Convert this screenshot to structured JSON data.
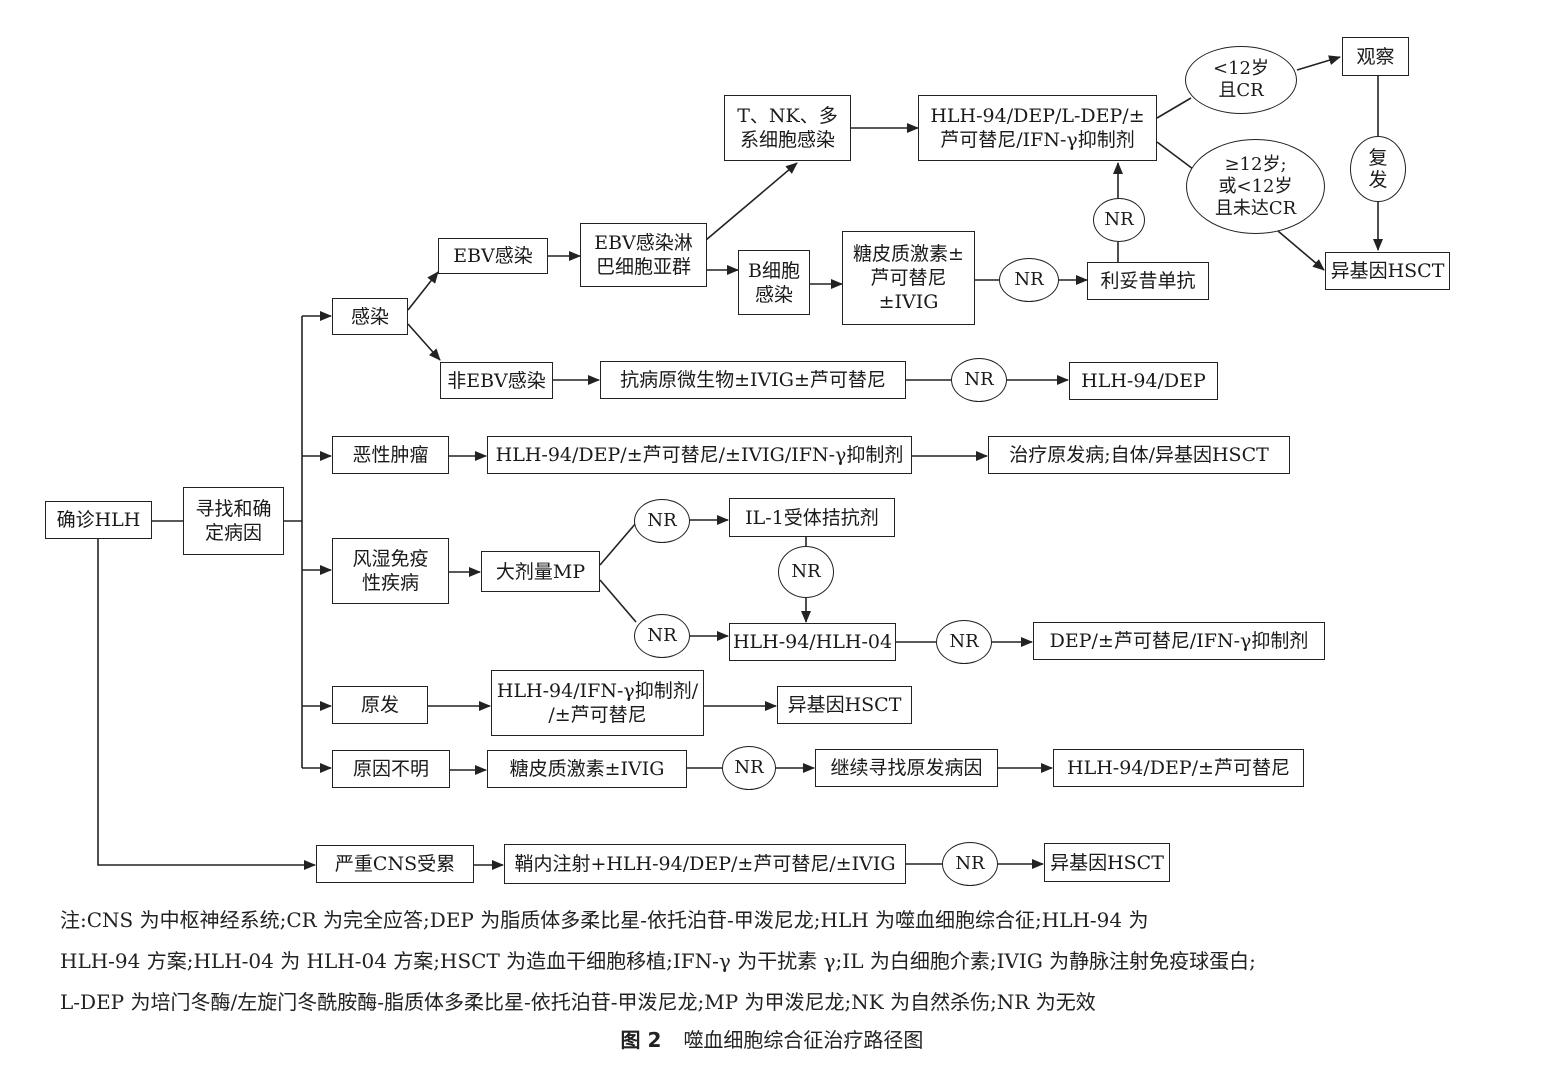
{
  "nodes": {
    "diagnose": "确诊HLH",
    "find_cause": "寻找和确\n定病因",
    "infection": "感染",
    "ebv": "EBV感染",
    "non_ebv": "非EBV感染",
    "ebv_subgroup": "EBV感染淋\n巴细胞亚群",
    "t_nk": "T、NK、多\n系细胞感染",
    "b_cell": "B细胞\n感染",
    "steroid_ruxo": "糖皮质激素±\n芦可替尼\n±IVIG",
    "nr_b": "NR",
    "rituximab": "利妥昔单抗",
    "nr_ritux": "NR",
    "hlh94_ldep": "HLH-94/DEP/L-DEP/±\n芦可替尼/IFN-γ抑制剂",
    "lt12_cr": "<12岁\n且CR",
    "ge12": "≥12岁;\n或<12岁\n且未达CR",
    "observe": "观察",
    "relapse": "复\n发",
    "hsct_top": "异基因HSCT",
    "antimicrobial": "抗病原微生物±IVIG±芦可替尼",
    "nr_nonebv": "NR",
    "hlh94_dep_1": "HLH-94/DEP",
    "malignant": "恶性肿瘤",
    "malig_tx": "HLH-94/DEP/±芦可替尼/±IVIG/IFN-γ抑制剂",
    "treat_primary": "治疗原发病;自体/异基因HSCT",
    "rheum": "风湿免疫\n性疾病",
    "high_mp": "大剂量MP",
    "nr_mp1": "NR",
    "nr_mp2": "NR",
    "il1": "IL-1受体拮抗剂",
    "nr_il1": "NR",
    "hlh94_04": "HLH-94/HLH-04",
    "nr_hlh04": "NR",
    "dep_ruxo": "DEP/±芦可替尼/IFN-γ抑制剂",
    "primary": "原发",
    "primary_tx": "HLH-94/IFN-γ抑制剂/\n/±芦可替尼",
    "hsct_primary": "异基因HSCT",
    "unknown": "原因不明",
    "steroid_ivig": "糖皮质激素±IVIG",
    "nr_unknown": "NR",
    "continue_search": "继续寻找原发病因",
    "hlh94_dep_ruxo": "HLH-94/DEP/±芦可替尼",
    "cns": "严重CNS受累",
    "intrathecal": "鞘内注射+HLH-94/DEP/±芦可替尼/±IVIG",
    "nr_cns": "NR",
    "hsct_cns": "异基因HSCT"
  },
  "note": {
    "line1": "注:CNS 为中枢神经系统;CR 为完全应答;DEP 为脂质体多柔比星-依托泊苷-甲泼尼龙;HLH 为噬血细胞综合征;HLH-94 为",
    "line2": "HLH-94 方案;HLH-04 为 HLH-04 方案;HSCT 为造血干细胞移植;IFN-γ 为干扰素 γ;IL 为白细胞介素;IVIG 为静脉注射免疫球蛋白;",
    "line3": "L-DEP 为培门冬酶/左旋门冬酰胺酶-脂质体多柔比星-依托泊苷-甲泼尼龙;MP 为甲泼尼龙;NK 为自然杀伤;NR 为无效"
  },
  "caption": {
    "figure_label": "图 2",
    "title": "噬血细胞综合征治疗路径图"
  }
}
